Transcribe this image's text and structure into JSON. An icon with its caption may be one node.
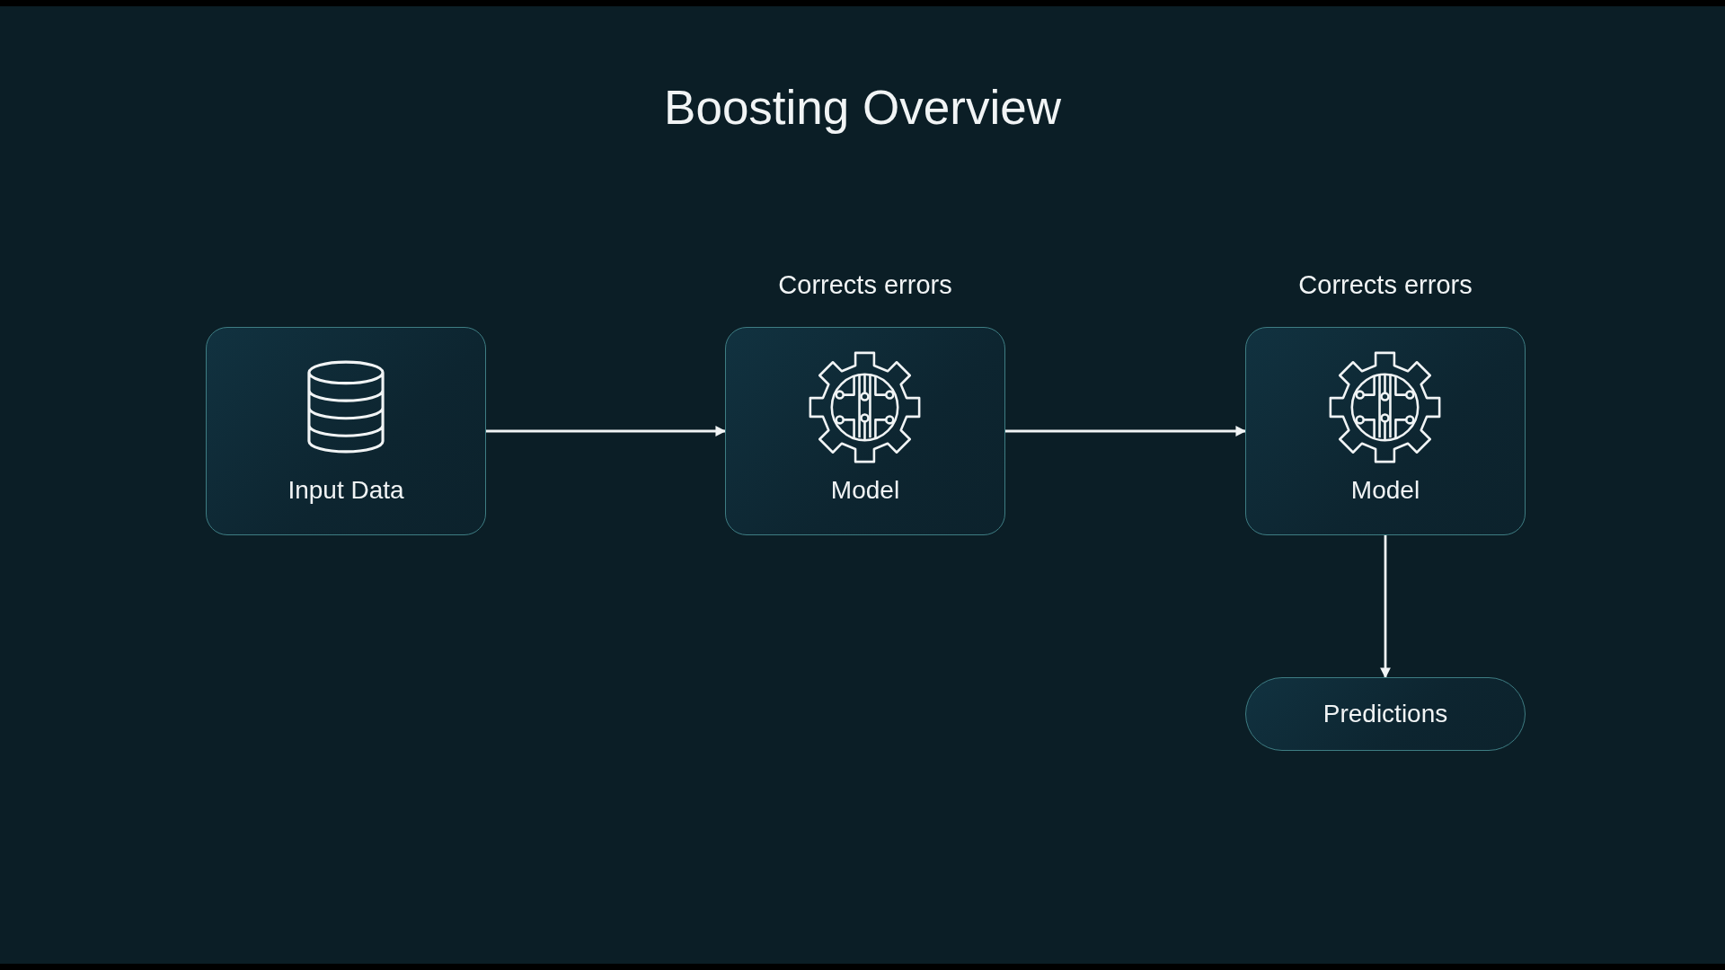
{
  "diagram": {
    "title": "Boosting Overview",
    "nodes": [
      {
        "text": [
          "Input Data"
        ]
      },
      {
        "text": [
          "Corrects errors",
          "Model"
        ]
      },
      {
        "text": [
          "Corrects errors",
          "Model"
        ]
      },
      {
        "text": [
          "Predictions"
        ]
      }
    ],
    "edges": [
      {
        "from": 0,
        "to": 1,
        "arrow": "to"
      },
      {
        "from": 1,
        "to": 2,
        "arrow": "to"
      },
      {
        "from": 2,
        "to": 3,
        "arrow": "to"
      }
    ]
  }
}
